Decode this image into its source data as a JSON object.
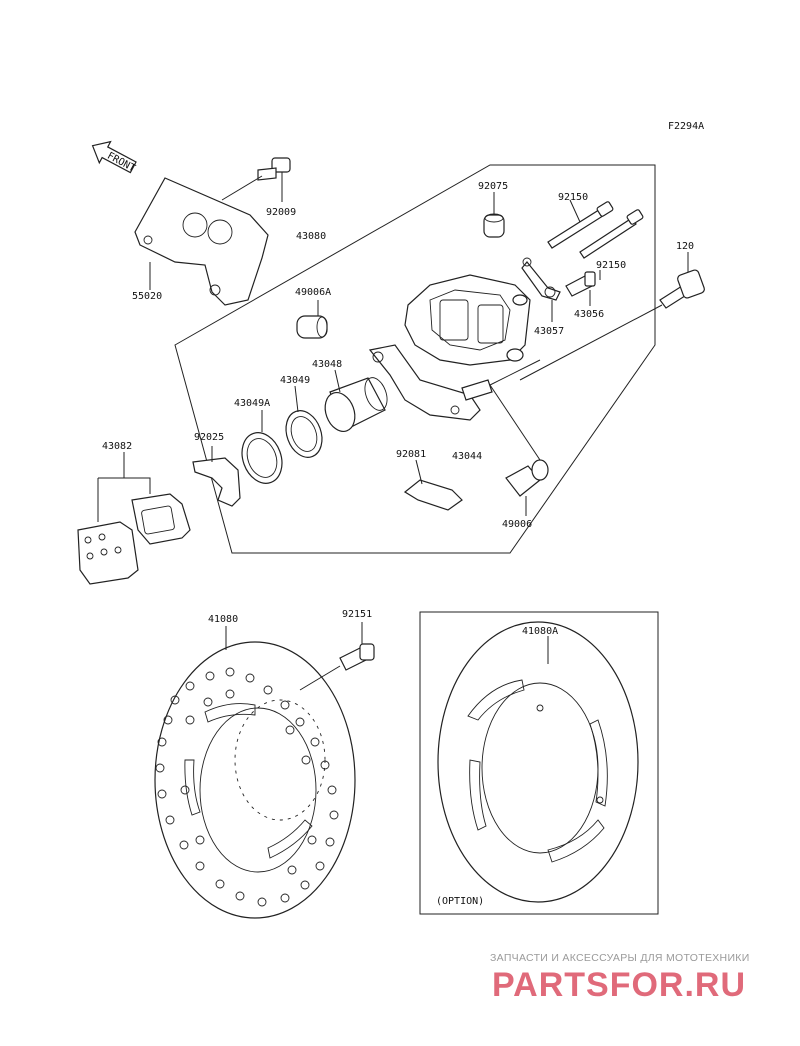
{
  "diagram": {
    "code": "F2294A",
    "front_label": "FRONT",
    "option_label": "(OPTION)",
    "parts": {
      "p92009": "92009",
      "p55020": "55020",
      "p43080": "43080",
      "p49006A": "49006A",
      "p43048": "43048",
      "p43049": "43049",
      "p43049A": "43049A",
      "p92025": "92025",
      "p43082": "43082",
      "p92075": "92075",
      "p92150a": "92150",
      "p120": "120",
      "p92150b": "92150",
      "p43056": "43056",
      "p43057": "43057",
      "p92081": "92081",
      "p43044": "43044",
      "p49006": "49006",
      "p41080": "41080",
      "p92151": "92151",
      "p41080A": "41080A"
    }
  },
  "watermark": {
    "tagline": "ЗАПЧАСТИ И АКСЕССУАРЫ ДЛЯ МОТОТЕХНИКИ",
    "logo": "PARTSFOR.RU"
  }
}
